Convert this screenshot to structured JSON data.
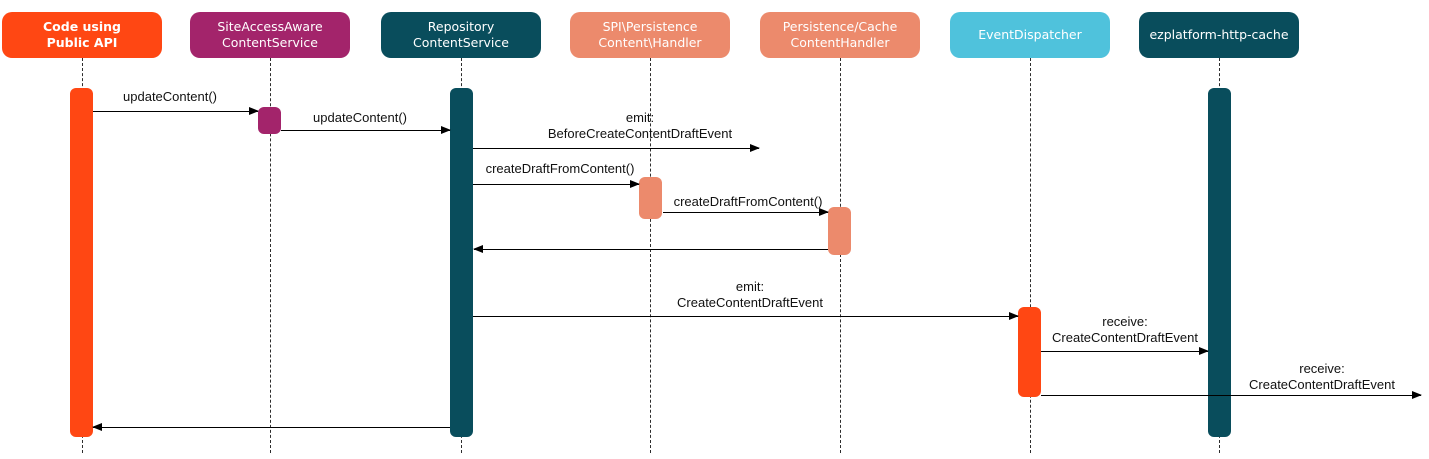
{
  "actors": [
    {
      "label": "Code using\nPublic API",
      "color": "#FF4713"
    },
    {
      "label": "SiteAccessAware\nContentService",
      "color": "#A3246B"
    },
    {
      "label": "Repository\nContentService",
      "color": "#094D5C"
    },
    {
      "label": "SPI\\Persistence\nContent\\Handler",
      "color": "#EC8A6C"
    },
    {
      "label": "Persistence/Cache\nContentHandler",
      "color": "#EC8A6C"
    },
    {
      "label": "EventDispatcher",
      "color": "#4FC2DC"
    },
    {
      "label": "ezplatform-http-cache",
      "color": "#094D5C"
    }
  ],
  "activations": [
    {
      "actor": "Code using Public API",
      "color": "#FF4713"
    },
    {
      "actor": "SiteAccessAware ContentService",
      "color": "#A3246B"
    },
    {
      "actor": "Repository ContentService",
      "color": "#094D5C"
    },
    {
      "actor": "SPI\\Persistence Content\\Handler",
      "color": "#EC8A6C"
    },
    {
      "actor": "Persistence/Cache ContentHandler",
      "color": "#EC8A6C"
    },
    {
      "actor": "EventDispatcher",
      "color": "#FF4713"
    },
    {
      "actor": "ezplatform-http-cache",
      "color": "#094D5C"
    }
  ],
  "messages": [
    {
      "label": "updateContent()",
      "from": "Code using Public API",
      "to": "SiteAccessAware ContentService"
    },
    {
      "label": "updateContent()",
      "from": "SiteAccessAware ContentService",
      "to": "Repository ContentService"
    },
    {
      "label": "emit:\nBeforeCreateContentDraftEvent",
      "from": "Repository ContentService",
      "to": ""
    },
    {
      "label": "createDraftFromContent()",
      "from": "Repository ContentService",
      "to": "SPI\\Persistence Content\\Handler"
    },
    {
      "label": "createDraftFromContent()",
      "from": "SPI\\Persistence Content\\Handler",
      "to": "Persistence/Cache ContentHandler"
    },
    {
      "label": "",
      "from": "Persistence/Cache ContentHandler",
      "to": "Repository ContentService"
    },
    {
      "label": "emit:\nCreateContentDraftEvent",
      "from": "Repository ContentService",
      "to": "EventDispatcher"
    },
    {
      "label": "receive:\nCreateContentDraftEvent",
      "from": "EventDispatcher",
      "to": "ezplatform-http-cache"
    },
    {
      "label": "receive:\nCreateContentDraftEvent",
      "from": "EventDispatcher",
      "to": ""
    },
    {
      "label": "",
      "from": "Repository ContentService",
      "to": "Code using Public API"
    }
  ],
  "colors": {
    "background": "#FFFFFF",
    "orange": "#FF4713",
    "magenta": "#A3246B",
    "dark_teal": "#094D5C",
    "salmon": "#EC8A6C",
    "cyan": "#4FC2DC",
    "arrow_line": "#000000",
    "lifeline": "#2E2E2E",
    "label_text": "#111111"
  }
}
